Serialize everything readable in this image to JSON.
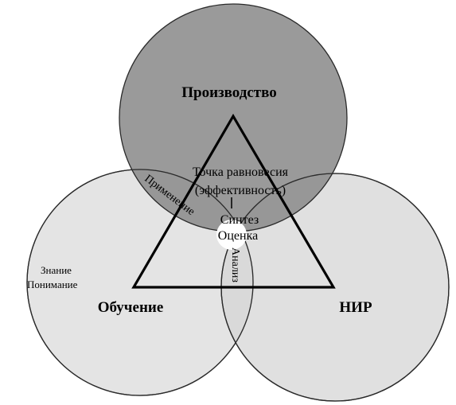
{
  "spheres": {
    "production": {
      "label": "Производство",
      "fill": "#8c8c8c"
    },
    "education": {
      "label": "Обучение",
      "fill": "#e4e4e4"
    },
    "research": {
      "label": "НИР",
      "fill": "#d6d6d6"
    }
  },
  "center": {
    "title_line1": "Точка равновесия",
    "title_line2": "(эффективность)",
    "item1": "Синтез",
    "item2": "Оценка"
  },
  "edges": {
    "application": "Применение",
    "analysis": "Анализ"
  },
  "education_notes": {
    "line1": "Знание",
    "line2": "Понимание"
  },
  "colors": {
    "outline": "#2a2a2a",
    "triangle": "#000000",
    "text": "#000000",
    "center_highlight": "#ffffff"
  }
}
